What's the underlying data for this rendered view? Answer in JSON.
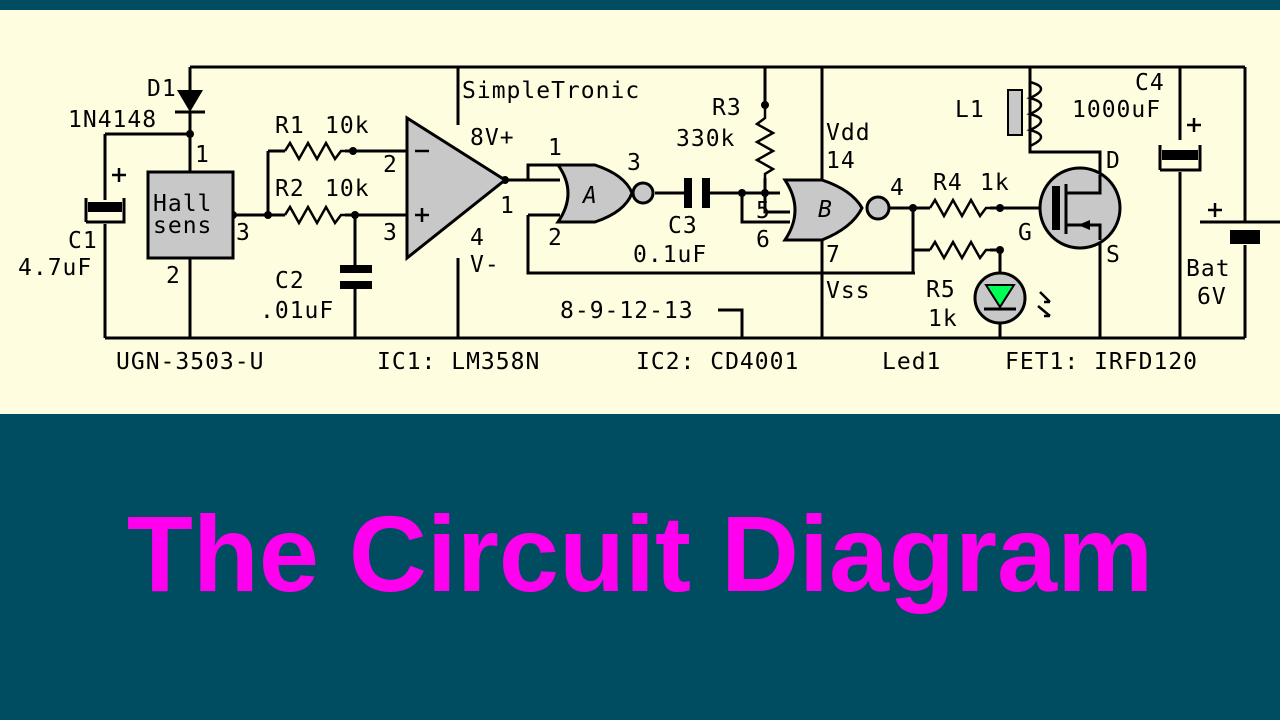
{
  "caption": "The Circuit Diagram",
  "colors": {
    "background": "#004c60",
    "panel": "#fffde0",
    "caption": "#ff00ee",
    "component_fill": "#c8c8c8",
    "led": "#00ff55"
  },
  "labels": {
    "simpletronic": "SimpleTronic",
    "d1": "D1",
    "d1_part": "1N4148",
    "hall_line1": "Hall",
    "hall_line2": "sens",
    "c1": "C1",
    "c1_value": "4.7uF",
    "r1": "R1",
    "r1_value": "10k",
    "r2": "R2",
    "r2_value": "10k",
    "c2": "C2",
    "c2_value": ".01uF",
    "opamp_vplus": "8V+",
    "opamp_vminus": "4\nV-",
    "opamp_v": "V-",
    "opamp_pin4": "4",
    "gate_a": "A",
    "gate_b": "B",
    "c3": "C3",
    "c3_value": "0.1uF",
    "r3": "R3",
    "r3_value": "330k",
    "vdd": "Vdd",
    "vdd_pin": "14",
    "vss": "Vss",
    "vss_pin": "7",
    "unused_pins": "8-9-12-13",
    "r4": "R4",
    "r4_value": "1k",
    "r5": "R5",
    "r5_value": "1k",
    "l1": "L1",
    "c4": "C4",
    "c4_value": "1000uF",
    "fet_d": "D",
    "fet_g": "G",
    "fet_s": "S",
    "bat": "Bat",
    "bat_value": "6V",
    "ugn": "UGN-3503-U",
    "ic1": "IC1: LM358N",
    "ic2": "IC2: CD4001",
    "led1": "Led1",
    "fet1": "FET1: IRFD120"
  },
  "pins": {
    "hall_1": "1",
    "hall_2": "2",
    "hall_3": "3",
    "op_2": "2",
    "op_3": "3",
    "op_1": "1",
    "a_1": "1",
    "a_2": "2",
    "a_3": "3",
    "b_5": "5",
    "b_6": "6",
    "b_4": "4"
  },
  "icons": [
    "diode-icon",
    "capacitor-icon",
    "resistor-icon",
    "op-amp-icon",
    "nor-gate-icon",
    "led-icon",
    "inductor-icon",
    "mosfet-icon",
    "battery-icon"
  ]
}
